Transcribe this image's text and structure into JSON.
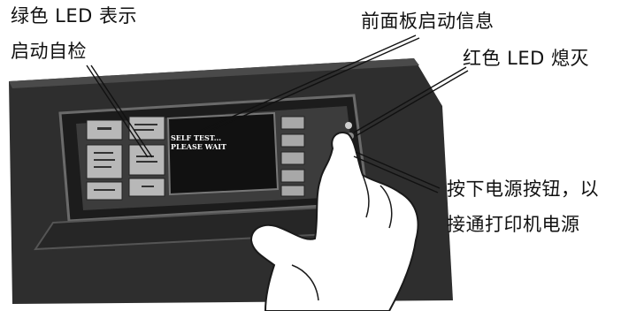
{
  "labels": {
    "green_led": [
      "绿色 LED 表示",
      "启动自检"
    ],
    "front_panel": "前面板启动信息",
    "red_led": "红色 LED 熄灭",
    "power_button": [
      "按下电源按钮，以",
      "接通打印机电源"
    ]
  },
  "display": {
    "line1": "SELF TEST...",
    "line2": "PLEASE WAIT"
  },
  "colors": {
    "panel_dark": "#2a2a2a",
    "panel_mid": "#5a5a5a",
    "display_dark": "#111111",
    "key_light": "#bdbdbd"
  }
}
